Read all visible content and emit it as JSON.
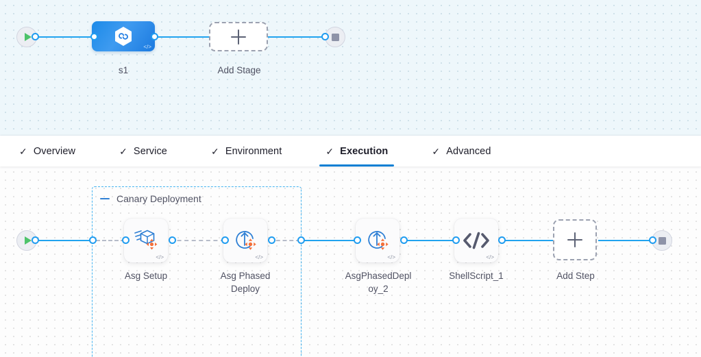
{
  "tabs": {
    "items": [
      {
        "label": "Overview",
        "icon": "check-icon",
        "active": false
      },
      {
        "label": "Service",
        "icon": "check-icon",
        "active": false
      },
      {
        "label": "Environment",
        "icon": "check-icon",
        "active": false
      },
      {
        "label": "Execution",
        "icon": "check-icon",
        "active": true
      },
      {
        "label": "Advanced",
        "icon": "check-icon",
        "active": false
      }
    ],
    "check_glyph": "✓",
    "active_underline_color": "#0b7fd4"
  },
  "pipeline_canvas": {
    "start_node": {
      "name": "pipeline-start",
      "icon": "play-icon"
    },
    "end_node": {
      "name": "pipeline-end",
      "icon": "stop-square-icon"
    },
    "stage": {
      "label": "s1",
      "icon": "hexagon-link-icon",
      "code_badge": "</>",
      "gradient_from": "#1b8ae8",
      "gradient_to": "#1c7ae0"
    },
    "add_stage": {
      "label": "Add Stage",
      "icon": "plus-icon"
    }
  },
  "execution_canvas": {
    "start_node": {
      "name": "execution-start",
      "icon": "play-icon"
    },
    "end_node": {
      "name": "execution-end",
      "icon": "stop-square-icon"
    },
    "group": {
      "title": "Canary Deployment",
      "collapse_icon": "minus-icon",
      "border_color": "#44b3f0"
    },
    "steps": [
      {
        "label": "Asg Setup",
        "icon": "asg-setup-icon",
        "code_badge": "</>",
        "in_group": true
      },
      {
        "label": "Asg Phased\nDeploy",
        "icon": "asg-rolling-icon",
        "code_badge": "</>",
        "in_group": true
      },
      {
        "label": "AsgPhasedDepl\noy_2",
        "icon": "asg-rolling-icon",
        "code_badge": "</>",
        "in_group": false
      },
      {
        "label": "ShellScript_1",
        "icon": "shell-script-icon",
        "code_badge": "</>",
        "in_group": false
      }
    ],
    "step_labels": {
      "asg_setup": "Asg Setup",
      "asg_phased_deploy_line1": "Asg Phased",
      "asg_phased_deploy_line2": "Deploy",
      "asg_phased_deploy_2_line1": "AsgPhasedDepl",
      "asg_phased_deploy_2_line2": "oy_2",
      "shell_script_1": "ShellScript_1"
    },
    "add_step": {
      "label": "Add Step",
      "icon": "plus-icon"
    }
  },
  "colors": {
    "connector": "#21a3ef",
    "connector_dot_border": "#1f9cf0",
    "dashed_connector": "#b6bcc9",
    "accent_blue": "#0b7fd4",
    "accent_orange": "#f4703a",
    "icon_blue": "#2e7fd4",
    "label_text": "#4f5162",
    "canvas_top_bg": "#eef7fb",
    "canvas_bottom_bg": "#fdfdfd"
  }
}
